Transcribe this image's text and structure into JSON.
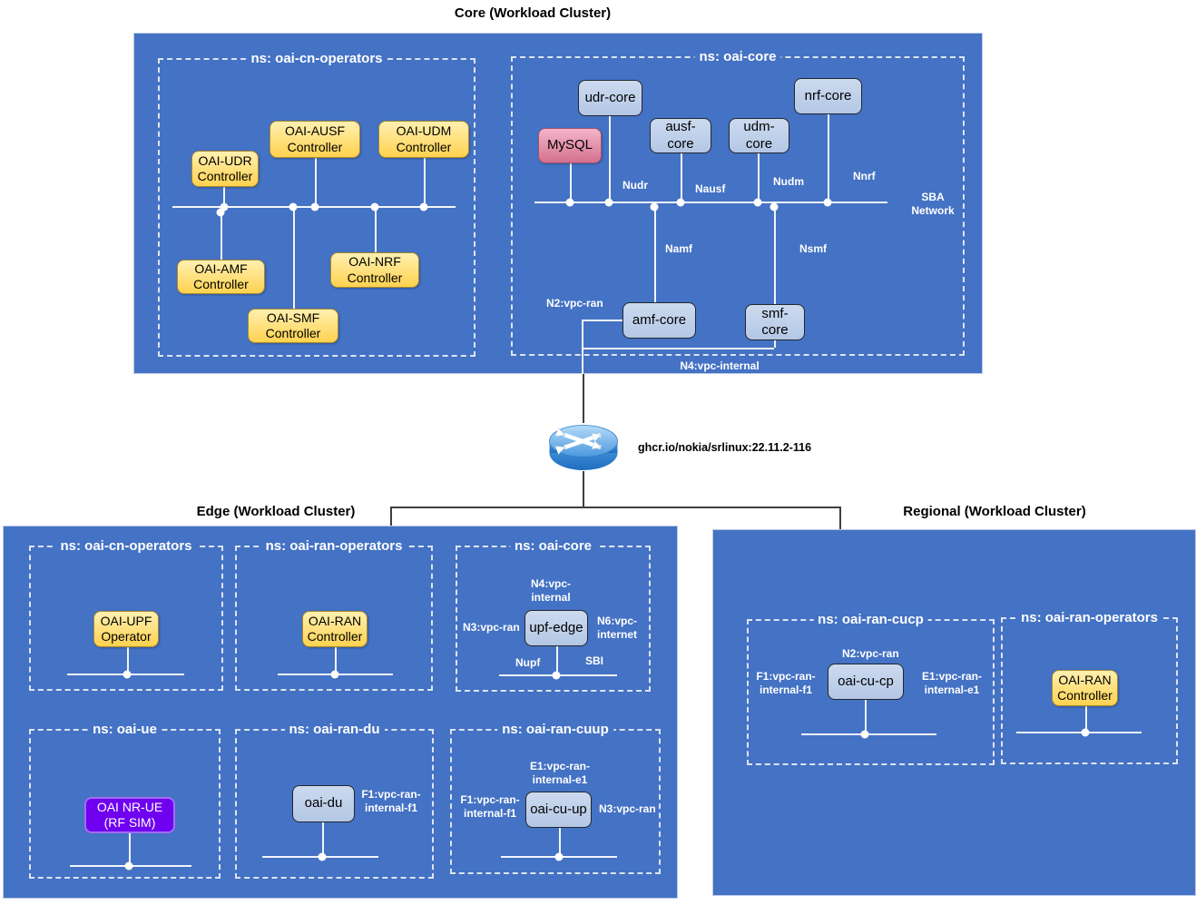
{
  "titles": {
    "core": "Core (Workload Cluster)",
    "edge": "Edge (Workload Cluster)",
    "regional": "Regional (Workload Cluster)"
  },
  "router": {
    "image": "ghcr.io/nokia/srlinux:22.11.2-116",
    "icon": "router-icon"
  },
  "core": {
    "ns_cn_operators": "ns: oai-cn-operators",
    "ns_oai_core": "ns: oai-core",
    "nodes": {
      "udr_controller": "OAI-UDR Controller",
      "ausf_controller": "OAI-AUSF Controller",
      "udm_controller": "OAI-UDM Controller",
      "amf_controller": "OAI-AMF Controller",
      "smf_controller": "OAI-SMF Controller",
      "nrf_controller": "OAI-NRF Controller",
      "mysql": "MySQL",
      "udr_core": "udr-core",
      "ausf_core": "ausf-core",
      "udm_core": "udm-core",
      "nrf_core": "nrf-core",
      "amf_core": "amf-core",
      "smf_core": "smf-core"
    },
    "labels": {
      "nudr": "Nudr",
      "nausf": "Nausf",
      "nudm": "Nudm",
      "nnrf": "Nnrf",
      "namf": "Namf",
      "nsmf": "Nsmf",
      "n2": "N2:vpc-ran",
      "n4": "N4:vpc-internal",
      "sba": "SBA Network"
    }
  },
  "edge": {
    "ns": {
      "cn_operators": "ns: oai-cn-operators",
      "ran_operators": "ns: oai-ran-operators",
      "oai_core": "ns: oai-core",
      "oai_ue": "ns: oai-ue",
      "ran_du": "ns: oai-ran-du",
      "ran_cuup": "ns: oai-ran-cuup"
    },
    "nodes": {
      "upf_operator": "OAI-UPF Operator",
      "ran_controller": "OAI-RAN Controller",
      "upf_edge": "upf-edge",
      "nr_ue": "OAI NR-UE (RF SIM)",
      "oai_du": "oai-du",
      "oai_cu_up": "oai-cu-up"
    },
    "labels": {
      "n4": "N4:vpc-internal",
      "n3": "N3:vpc-ran",
      "n6": "N6:vpc-internet",
      "nupf": "Nupf",
      "sbi": "SBI",
      "f1_du": "F1:vpc-ran-internal-f1",
      "e1_cuup": "E1:vpc-ran-internal-e1",
      "f1_cuup": "F1:vpc-ran-internal-f1",
      "n3_cuup": "N3:vpc-ran"
    }
  },
  "regional": {
    "ns": {
      "ran_cucp": "ns: oai-ran-cucp",
      "ran_operators": "ns: oai-ran-operators"
    },
    "nodes": {
      "cu_cp": "oai-cu-cp",
      "ran_controller": "OAI-RAN Controller"
    },
    "labels": {
      "n2": "N2:vpc-ran",
      "f1": "F1:vpc-ran-internal-f1",
      "e1": "E1:vpc-ran-internal-e1"
    }
  },
  "colors": {
    "cluster_blue": "#4472C4",
    "node_yellow": "#ffd24f",
    "node_blue": "#b9cbe8",
    "node_pink": "#d4708f",
    "node_purple": "#6f00f0",
    "line_white": "#ffffff"
  }
}
